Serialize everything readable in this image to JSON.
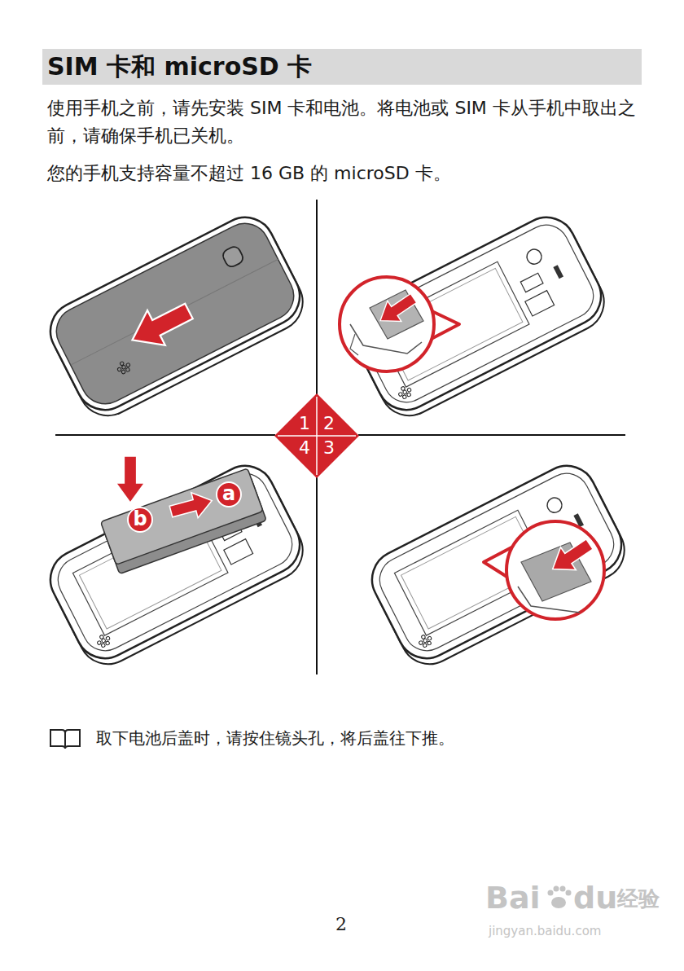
{
  "diagram": {
    "title": "SIM 卡和 microSD 卡",
    "nodes": [
      {
        "text": [
          "1",
          "2",
          "4",
          "3"
        ]
      },
      {
        "text": [
          "a"
        ]
      },
      {
        "text": [
          "b"
        ]
      }
    ],
    "labels": [
      "使用手机之前，请先安装 SIM 卡和电池。将电池或 SIM 卡从手机中取出之前，请确保手机已关机。",
      "您的手机支持容量不超过 16 GB 的 microSD 卡。",
      "取下电池后盖时，请按住镜头孔，将后盖往下推。",
      "2",
      "Bai",
      "du",
      "经验",
      "jingyan.baidu.com"
    ]
  }
}
